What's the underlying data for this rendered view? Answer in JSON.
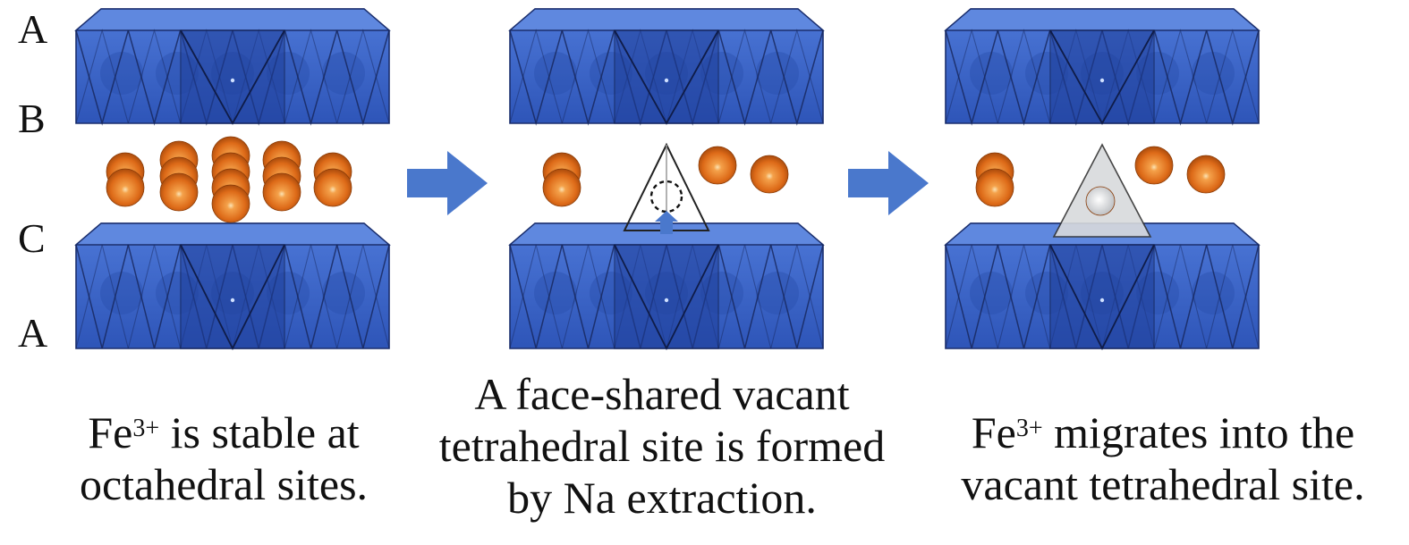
{
  "layer_labels": {
    "top_a": "A",
    "b": "B",
    "c": "C",
    "bottom_a": "A"
  },
  "captions": {
    "left": {
      "prefix": "Fe",
      "sup": "3+",
      "line1_rest": " is stable at",
      "line2": "octahedral sites."
    },
    "middle": {
      "line1": "A face-shared vacant",
      "line2": "tetrahedral site is formed",
      "line3": "by Na extraction."
    },
    "right": {
      "prefix": "Fe",
      "sup": "3+",
      "line1_rest": " migrates into the",
      "line2": "vacant tetrahedral site."
    }
  },
  "colors": {
    "octahedra": "#3a64c9",
    "octahedra_dark": "#1f3f9a",
    "sodium": "#e2721d",
    "arrow": "#4a78cc",
    "tetrahedron_fill": "#d8dadc"
  }
}
